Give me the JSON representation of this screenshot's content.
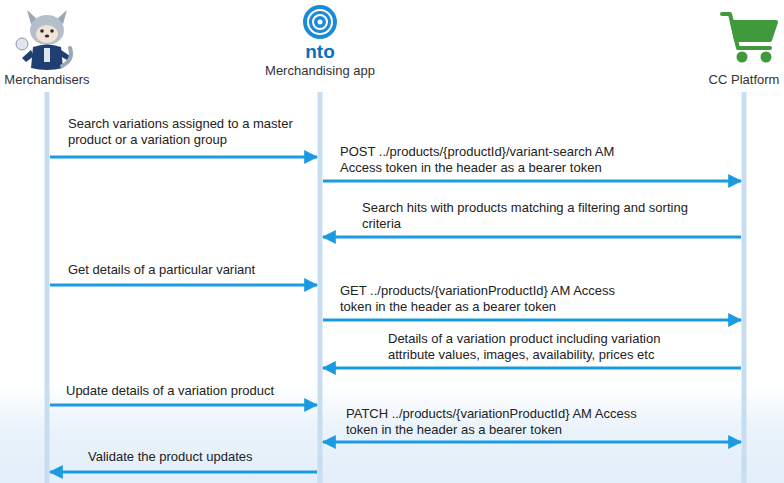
{
  "diagram": {
    "nodes": [
      {
        "text": [
          "Merchandisers"
        ]
      },
      {
        "text": [
          "Merchandising app"
        ]
      },
      {
        "text": [
          "CC Platform"
        ]
      }
    ],
    "edges": [
      {
        "from": 0,
        "to": 1,
        "arrow": "to",
        "label": "Search variations assigned to a master product or a variation group"
      },
      {
        "from": 1,
        "to": 2,
        "arrow": "to",
        "label": "POST ../products/{productId}/variant-search AM Access token in the header as a bearer token"
      },
      {
        "from": 2,
        "to": 1,
        "arrow": "to",
        "label": "Search hits with products matching a filtering and sorting criteria"
      },
      {
        "from": 0,
        "to": 1,
        "arrow": "to",
        "label": "Get details of a particular variant"
      },
      {
        "from": 1,
        "to": 2,
        "arrow": "to",
        "label": "GET ../products/{variationProductId} AM Access token in the header as a bearer token"
      },
      {
        "from": 2,
        "to": 1,
        "arrow": "to",
        "label": "Details of a variation product including variation attribute values, images, availability, prices etc"
      },
      {
        "from": 0,
        "to": 1,
        "arrow": "to",
        "label": "Update details of a variation product"
      },
      {
        "from": 1,
        "to": 2,
        "arrow": "both",
        "label": "PATCH ../products/{variationProductId} AM Access token in the header as a bearer token"
      },
      {
        "from": 1,
        "to": 0,
        "arrow": "to",
        "label": "Validate the product updates"
      }
    ],
    "labels": [
      "nto"
    ]
  }
}
